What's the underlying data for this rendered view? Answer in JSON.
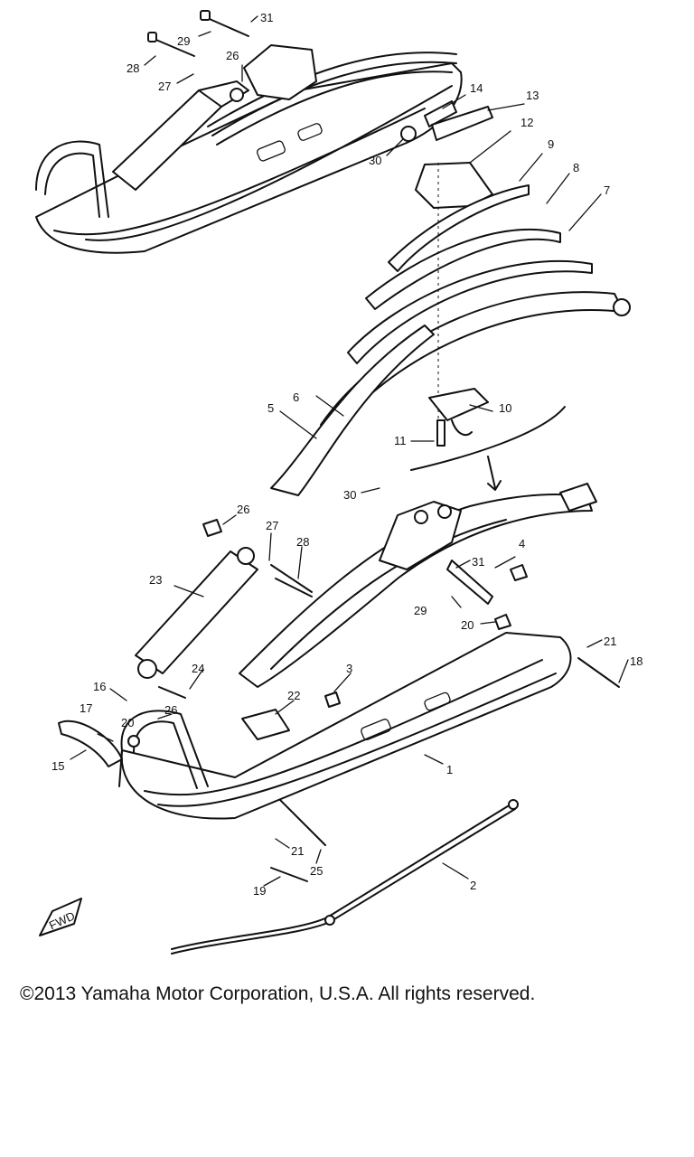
{
  "diagram": {
    "callouts": [
      "1",
      "2",
      "3",
      "4",
      "5",
      "6",
      "7",
      "8",
      "9",
      "10",
      "11",
      "12",
      "13",
      "14",
      "15",
      "16",
      "17",
      "18",
      "19",
      "20",
      "21",
      "22",
      "23",
      "24",
      "25",
      "26",
      "27",
      "28",
      "29",
      "30",
      "31"
    ],
    "top_view_callouts": [
      "31",
      "29",
      "28",
      "26",
      "27",
      "14",
      "13",
      "30"
    ],
    "fwd_label": "FWD"
  },
  "footer": {
    "copyright": "©2013 Yamaha Motor Corporation, U.S.A. All rights reserved."
  }
}
